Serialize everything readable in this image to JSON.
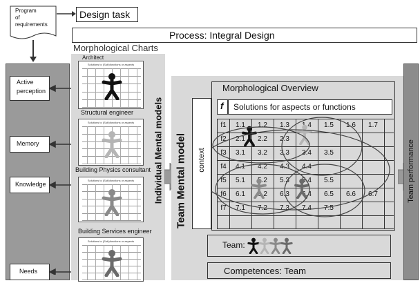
{
  "top": {
    "program": "Program\nof\nrequirements",
    "design_task": "Design task",
    "process": "Process: Integral Design"
  },
  "left_panel": {
    "items": [
      "Active\nperception",
      "Memory",
      "Knowledge",
      "Needs"
    ]
  },
  "charts": {
    "title": "Morphological Charts",
    "roles": [
      "Architect",
      "Structural engineer",
      "Building Physics consultant",
      "Building Services engineer"
    ],
    "mini_caption": "Solutions to (Sub)functions or aspects",
    "figure_colors": [
      "#111111",
      "#b5b5b5",
      "#8a8a8a",
      "#6a6a6a"
    ]
  },
  "labels": {
    "individual": "Individual Mental models",
    "team_model": "Team Mental model",
    "context": "context",
    "team_performance": "Team performance"
  },
  "overview": {
    "title": "Morphological Overview",
    "f_symbol": "f",
    "header": "Solutions for aspects or functions",
    "rows": [
      {
        "f": "f1",
        "cells": [
          "1.1",
          "1.2",
          "1.3",
          "1.4",
          "1.5",
          "1.6",
          "1.7"
        ]
      },
      {
        "f": "f2",
        "cells": [
          "2.1",
          "2.2",
          "2.3",
          "",
          "",
          "",
          ""
        ]
      },
      {
        "f": "f3",
        "cells": [
          "3.1",
          "3.2",
          "3.3",
          "3.4",
          "3.5",
          "",
          ""
        ]
      },
      {
        "f": "f4",
        "cells": [
          "4.1",
          "4.2",
          "4.3",
          "4.4",
          "",
          "",
          ""
        ]
      },
      {
        "f": "f5",
        "cells": [
          "5.1",
          "5.2",
          "5.3",
          "5.4",
          "5.5",
          "",
          ""
        ]
      },
      {
        "f": "f6",
        "cells": [
          "6.1",
          "6.2",
          "6.3",
          "6.4",
          "6.5",
          "6.6",
          "6.7"
        ]
      },
      {
        "f": "f7",
        "cells": [
          "7.1",
          "7.2",
          "7.3",
          "7.4",
          "7.5",
          "",
          ""
        ]
      }
    ]
  },
  "team": {
    "label": "Team:",
    "competences": "Competences: Team"
  }
}
